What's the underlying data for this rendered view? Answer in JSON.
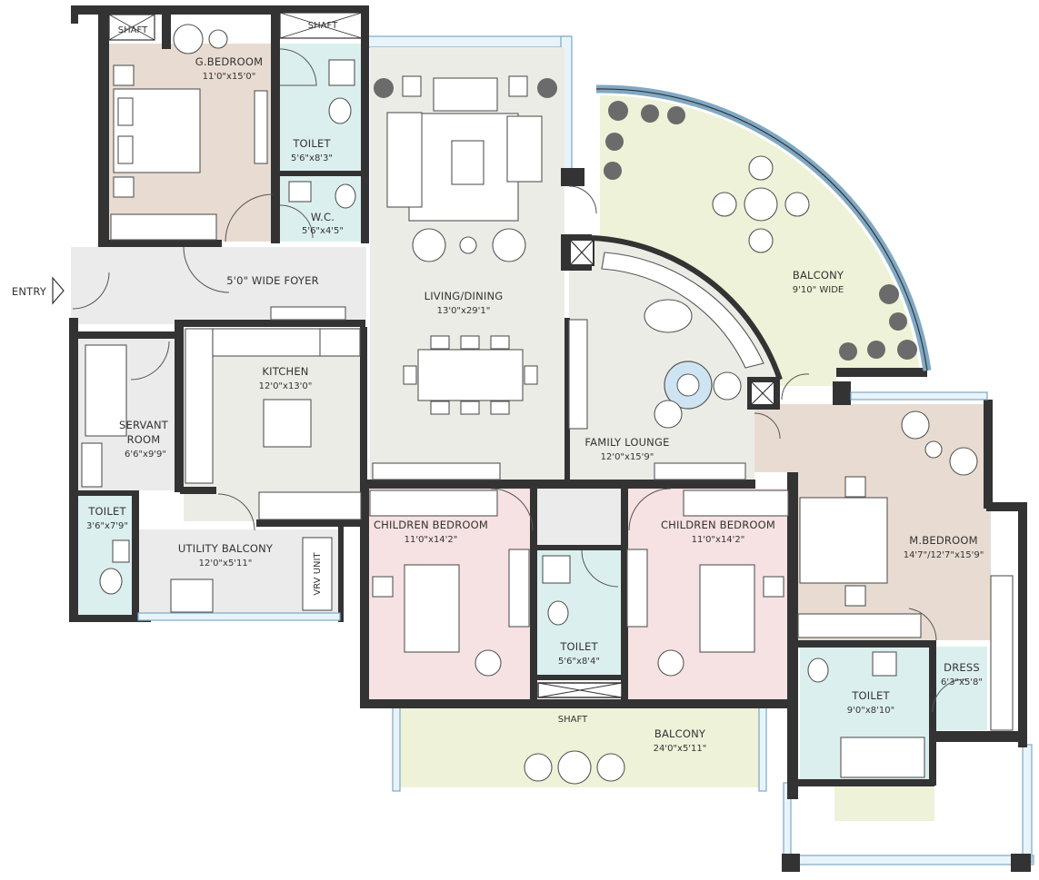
{
  "colors": {
    "g_bedroom": "#e8dcd2",
    "toilet": "#dcefef",
    "living": "#ececE6",
    "balcony": "#eef2d8",
    "children": "#f6e1e3",
    "m_bedroom": "#e8dcd2",
    "service": "#ebebeb",
    "glass": "#b8d8ea",
    "wall": "#333333"
  },
  "labels": {
    "shaft_1": "SHAFT",
    "shaft_2": "SHAFT",
    "shaft_3": "SHAFT",
    "g_bedroom": "G.BEDROOM",
    "g_bedroom_dim": "11'0\"x15'0\"",
    "toilet_1": "TOILET",
    "toilet_1_dim": "5'6\"x8'3\"",
    "wc": "W.C.",
    "wc_dim": "5'6\"x4'5\"",
    "entry": "ENTRY",
    "foyer": "5'0\" WIDE FOYER",
    "living": "LIVING/DINING",
    "living_dim": "13'0\"x29'1\"",
    "balcony_1": "BALCONY",
    "balcony_1_dim": "9'10\" WIDE",
    "kitchen": "KITCHEN",
    "kitchen_dim": "12'0\"x13'0\"",
    "servant_1": "SERVANT",
    "servant_2": "ROOM",
    "servant_dim": "6'6\"x9'9\"",
    "family": "FAMILY LOUNGE",
    "family_dim": "12'0\"x15'9\"",
    "toilet_2": "TOILET",
    "toilet_2_dim": "3'6\"x7'9\"",
    "utility": "UTILITY BALCONY",
    "utility_dim": "12'0\"x5'11\"",
    "vrv": "VRV UNIT",
    "children_1": "CHILDREN BEDROOM",
    "children_1_dim": "11'0\"x14'2\"",
    "children_2": "CHILDREN BEDROOM",
    "children_2_dim": "11'0\"x14'2\"",
    "m_bedroom": "M.BEDROOM",
    "m_bedroom_dim": "14'7\"/12'7\"x15'9\"",
    "toilet_3": "TOILET",
    "toilet_3_dim": "5'6\"x8'4\"",
    "toilet_4": "TOILET",
    "toilet_4_dim": "9'0\"x8'10\"",
    "dress": "DRESS",
    "dress_dim": "6'3\"x5'8\"",
    "balcony_2": "BALCONY",
    "balcony_2_dim": "24'0\"x5'11\""
  }
}
